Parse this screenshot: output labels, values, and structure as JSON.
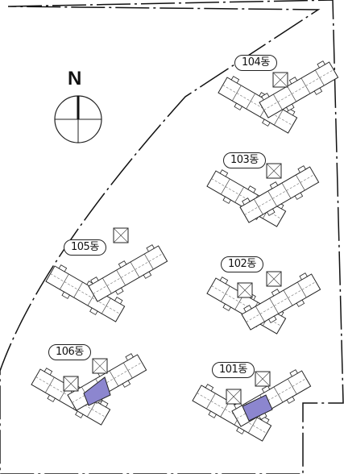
{
  "compass": {
    "label": "N"
  },
  "buildings": [
    {
      "id": "104",
      "label": "104동",
      "highlighted": false
    },
    {
      "id": "103",
      "label": "103동",
      "highlighted": false
    },
    {
      "id": "105",
      "label": "105동",
      "highlighted": false
    },
    {
      "id": "102",
      "label": "102동",
      "highlighted": false
    },
    {
      "id": "106",
      "label": "106동",
      "highlighted": true
    },
    {
      "id": "101",
      "label": "101동",
      "highlighted": true
    }
  ],
  "colors": {
    "highlight": "#8c86cf",
    "outline": "#222222",
    "background": "#ffffff"
  }
}
